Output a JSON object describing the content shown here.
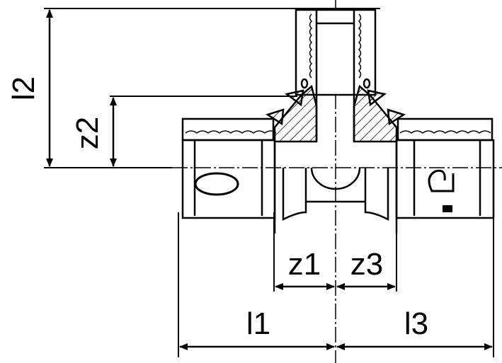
{
  "diagram": {
    "type": "tee-fitting-dimension-drawing",
    "dimensions": {
      "l2": "l2",
      "z2": "z2",
      "z1": "z1",
      "z3": "z3",
      "l1": "l1",
      "l3": "l3"
    },
    "markings": {
      "left_port": "0",
      "right_port": "2"
    },
    "colors": {
      "line": "#000000",
      "background": "#ffffff"
    }
  }
}
